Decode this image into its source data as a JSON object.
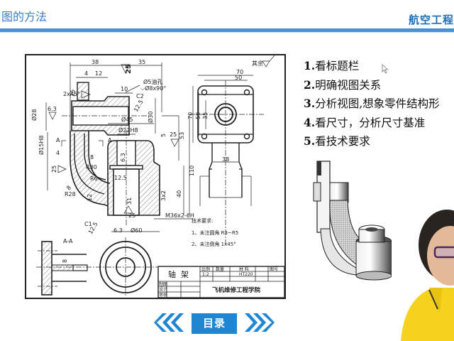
{
  "header": {
    "title": "图的方法",
    "brand": "航空工程",
    "bar_color": "#4a8fd0"
  },
  "steps": [
    {
      "num": "1.",
      "text": "看标题栏"
    },
    {
      "num": "2.",
      "text": "明确视图关系"
    },
    {
      "num": "3.",
      "text": "分析视图,想象零件结构形"
    },
    {
      "num": "4.",
      "text": "看尺寸，分析尺寸基准"
    },
    {
      "num": "5.",
      "text": "看技术要求"
    }
  ],
  "drawing": {
    "section_label": "A-A",
    "section_marker": "A",
    "roughness_other": "其余",
    "dimensions": {
      "main_view": [
        "38",
        "35",
        "4",
        "12",
        "25",
        "10",
        "2x45°",
        "C2",
        "Ø28",
        "6.3",
        "12.5",
        "Ø30",
        "Ø15H8",
        "4",
        "8",
        "R30",
        "R6",
        "8",
        "R28",
        "12",
        "Ø45",
        "Ø22H8",
        "5",
        "25",
        "53",
        "110",
        "6.3",
        "12.5",
        "31",
        "3x2",
        "40",
        "25",
        "C1",
        "12.5",
        "6.3",
        "Ø60",
        "M36x2-6H"
      ],
      "hole_note_1": "Ø5油孔",
      "hole_note_2": "⌵Ø8x90°",
      "side_view": [
        "70",
        "50",
        "70",
        "50",
        "35",
        "38"
      ],
      "section_view": [
        "8"
      ]
    },
    "tech_requirements": {
      "title": "技术要求:",
      "items": [
        "1、未注圆角 R3~R5",
        "2、未注倒角 1x45°"
      ]
    },
    "title_block": {
      "part_name": "轴  架",
      "headers": [
        "比例",
        "数量",
        "材 料",
        "图号"
      ],
      "values": [
        "1:2",
        "",
        "HT220",
        ""
      ],
      "roles": [
        "制图",
        "设计",
        "审核"
      ],
      "school": "飞机维修工程学院"
    }
  },
  "nav": {
    "prev_label": "上一页",
    "menu_label": "目录",
    "next_label": "下一页",
    "color": "#1f86d4"
  }
}
